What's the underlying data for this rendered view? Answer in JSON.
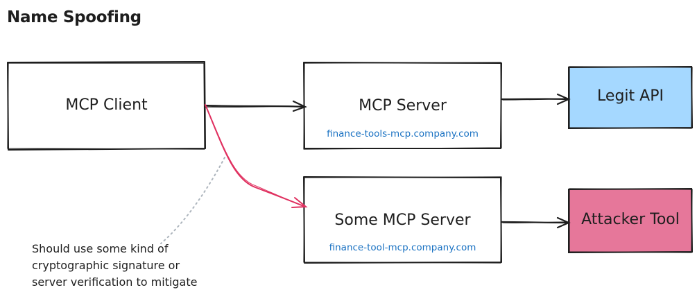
{
  "title": "Name Spoofing",
  "nodes": {
    "mcp_client": {
      "label": "MCP Client"
    },
    "mcp_server": {
      "label": "MCP Server",
      "host": "finance-tools-mcp.company.com"
    },
    "some_mcp_server": {
      "label": "Some MCP Server",
      "host": "finance-tool-mcp.company.com"
    },
    "legit_api": {
      "label": "Legit API",
      "fill": "#a5d8ff"
    },
    "attacker_tool": {
      "label": "Attacker Tool",
      "fill": "#e6779a"
    }
  },
  "note": {
    "lines": [
      "Should use some kind of",
      "cryptographic signature or",
      "server verification to mitigate"
    ]
  },
  "colors": {
    "stroke": "#1e1e1e",
    "spoof_arrow": "#e03160",
    "host_text": "#1971c2",
    "dotted_connector": "#adb5bd"
  }
}
